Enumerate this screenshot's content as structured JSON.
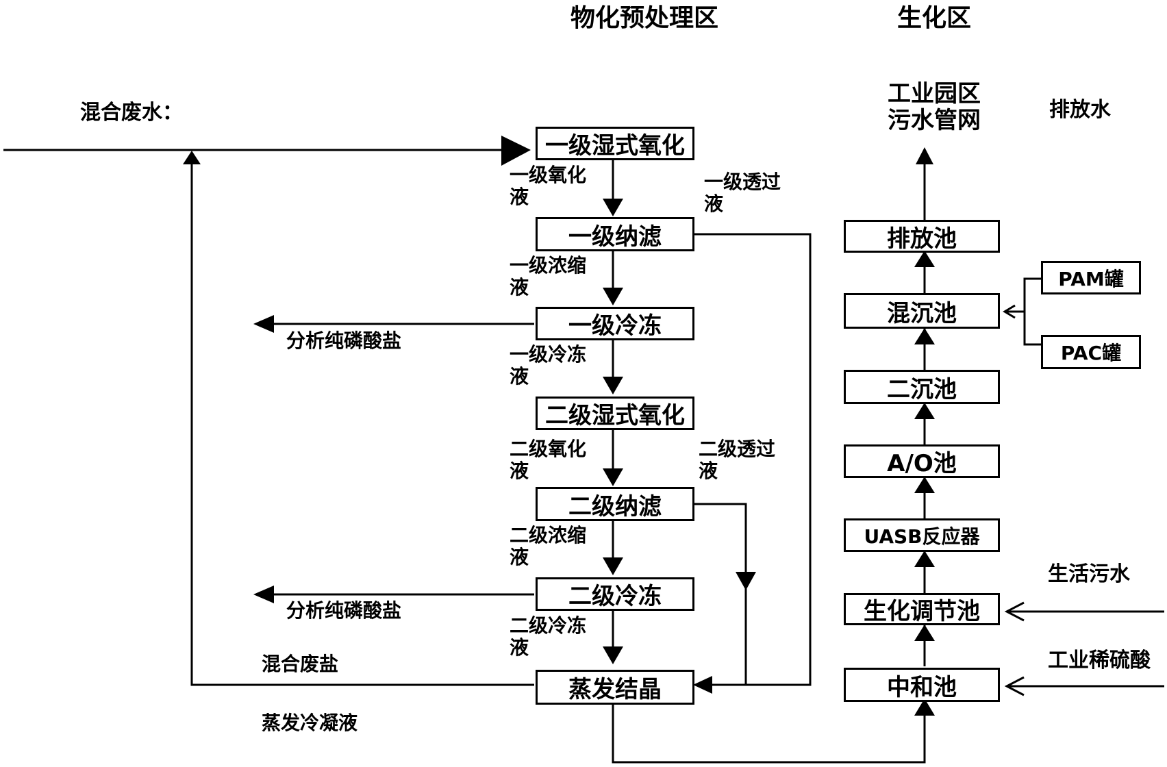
{
  "zones": {
    "physchem": "物化预处理区",
    "bio": "生化区"
  },
  "inputs": {
    "mixed_wastewater": "混合废水：",
    "domestic_sewage": "生活污水",
    "dilute_acid": "工业稀硫酸"
  },
  "outputs": {
    "park_network": "工业园区\n污水管网",
    "discharge_water": "排放水"
  },
  "left_column": {
    "wet_oxidation_1": "一级湿式氧化",
    "nanofiltration_1": "一级纳滤",
    "freezing_1": "一级冷冻",
    "wet_oxidation_2": "二级湿式氧化",
    "nanofiltration_2": "二级纳滤",
    "freezing_2": "二级冷冻",
    "evaporation": "蒸发结晶"
  },
  "stream_labels": {
    "oxidized_liquid_1": "一级氧化液",
    "permeate_1": "一级透过液",
    "concentrate_1": "一级浓缩液",
    "frozen_liquid_1": "一级冷冻液",
    "oxidized_liquid_2": "二级氧化液",
    "permeate_2": "二级透过液",
    "concentrate_2": "二级浓缩液",
    "frozen_liquid_2": "二级冷冻液",
    "salt_out_1": "分析纯磷酸盐",
    "salt_out_2": "分析纯磷酸盐",
    "mixed_waste_salt": "混合废盐",
    "evap_condensate": "蒸发冷凝液"
  },
  "right_column": {
    "discharge_pool": "排放池",
    "coag_pool": "混沉池",
    "secondary_clarifier": "二沉池",
    "ao_tank": "A/O池",
    "uasb": "UASB反应器",
    "equalization": "生化调节池",
    "neutralization": "中和池"
  },
  "dosing": {
    "pam_tank": "PAM罐",
    "pac_tank": "PAC罐"
  }
}
